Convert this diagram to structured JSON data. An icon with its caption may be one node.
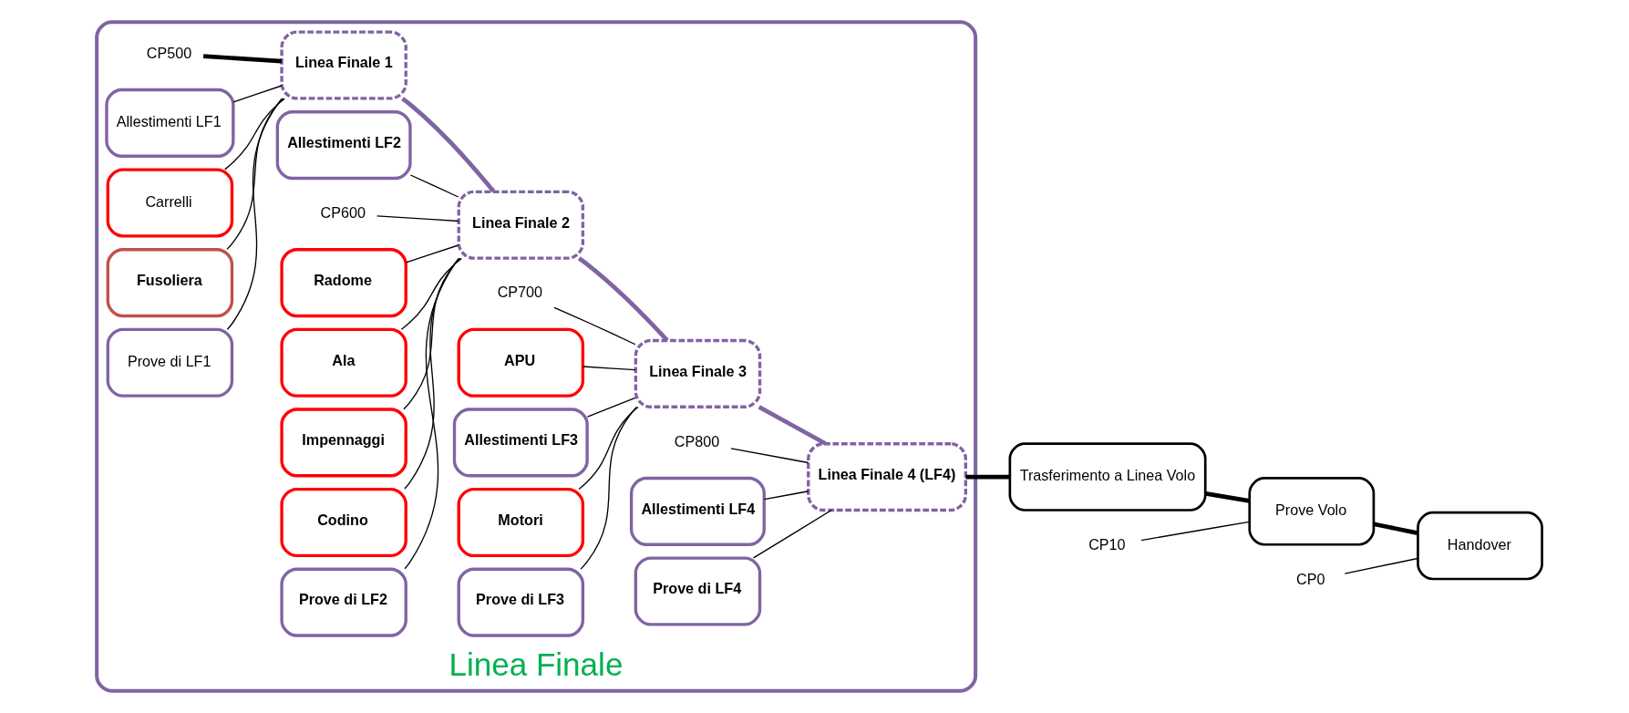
{
  "diagram": {
    "nodes": [
      {
        "text": [
          "Linea Finale"
        ]
      },
      {
        "text": [
          "CP500"
        ],
        "in": 0
      },
      {
        "text": [
          "Allestimenti LF1"
        ],
        "in": 0
      },
      {
        "text": [
          "Carrelli"
        ],
        "in": 0
      },
      {
        "text": [
          "Fusoliera"
        ],
        "in": 0
      },
      {
        "text": [
          "Prove di LF1"
        ],
        "in": 0
      },
      {
        "text": [
          "Linea Finale 1"
        ],
        "in": 0
      },
      {
        "text": [
          "Allestimenti LF2"
        ],
        "in": 0
      },
      {
        "text": [
          "CP600"
        ],
        "in": 0
      },
      {
        "text": [
          "Radome"
        ],
        "in": 0
      },
      {
        "text": [
          "Ala"
        ],
        "in": 0
      },
      {
        "text": [
          "Impennaggi"
        ],
        "in": 0
      },
      {
        "text": [
          "Codino"
        ],
        "in": 0
      },
      {
        "text": [
          "Prove di LF2"
        ],
        "in": 0
      },
      {
        "text": [
          "Linea Finale 2"
        ],
        "in": 0
      },
      {
        "text": [
          "CP700"
        ],
        "in": 0
      },
      {
        "text": [
          "APU"
        ],
        "in": 0
      },
      {
        "text": [
          "Allestimenti LF3"
        ],
        "in": 0
      },
      {
        "text": [
          "Motori"
        ],
        "in": 0
      },
      {
        "text": [
          "Prove di LF3"
        ],
        "in": 0
      },
      {
        "text": [
          "Linea Finale 3"
        ],
        "in": 0
      },
      {
        "text": [
          "CP800"
        ],
        "in": 0
      },
      {
        "text": [
          "Allestimenti LF4"
        ],
        "in": 0
      },
      {
        "text": [
          "Prove di LF4"
        ],
        "in": 0
      },
      {
        "text": [
          "Linea Finale 4 (LF4)"
        ],
        "in": 0
      },
      {
        "text": [
          "Trasferimento a Linea Volo"
        ]
      },
      {
        "text": [
          "CP10"
        ]
      },
      {
        "text": [
          "Prove Volo"
        ]
      },
      {
        "text": [
          "CP0"
        ]
      },
      {
        "text": [
          "Handover"
        ]
      }
    ],
    "edges": [
      {
        "from": 1,
        "to": 6,
        "arrow": "none",
        "style": "thick"
      },
      {
        "from": 2,
        "to": 6,
        "arrow": "none"
      },
      {
        "from": 3,
        "to": 6,
        "arrow": "none"
      },
      {
        "from": 4,
        "to": 6,
        "arrow": "none"
      },
      {
        "from": 5,
        "to": 6,
        "arrow": "none"
      },
      {
        "from": 6,
        "to": 14,
        "arrow": "none",
        "style": "thick",
        "color": "#8064a2"
      },
      {
        "from": 7,
        "to": 14,
        "arrow": "none"
      },
      {
        "from": 8,
        "to": 14,
        "arrow": "none"
      },
      {
        "from": 9,
        "to": 14,
        "arrow": "none"
      },
      {
        "from": 10,
        "to": 14,
        "arrow": "none"
      },
      {
        "from": 11,
        "to": 14,
        "arrow": "none"
      },
      {
        "from": 12,
        "to": 14,
        "arrow": "none"
      },
      {
        "from": 13,
        "to": 14,
        "arrow": "none"
      },
      {
        "from": 14,
        "to": 20,
        "arrow": "none",
        "style": "thick",
        "color": "#8064a2"
      },
      {
        "from": 15,
        "to": 20,
        "arrow": "none"
      },
      {
        "from": 16,
        "to": 20,
        "arrow": "none"
      },
      {
        "from": 17,
        "to": 20,
        "arrow": "none"
      },
      {
        "from": 18,
        "to": 20,
        "arrow": "none"
      },
      {
        "from": 19,
        "to": 20,
        "arrow": "none"
      },
      {
        "from": 20,
        "to": 24,
        "arrow": "none",
        "style": "thick",
        "color": "#8064a2"
      },
      {
        "from": 21,
        "to": 24,
        "arrow": "none"
      },
      {
        "from": 22,
        "to": 24,
        "arrow": "none"
      },
      {
        "from": 23,
        "to": 24,
        "arrow": "none"
      },
      {
        "from": 24,
        "to": 25,
        "arrow": "none",
        "style": "thick"
      },
      {
        "from": 25,
        "to": 27,
        "arrow": "none",
        "style": "thick"
      },
      {
        "from": 26,
        "to": 27,
        "arrow": "none"
      },
      {
        "from": 27,
        "to": 29,
        "arrow": "none",
        "style": "thick"
      },
      {
        "from": 28,
        "to": 29,
        "arrow": "none"
      }
    ]
  }
}
